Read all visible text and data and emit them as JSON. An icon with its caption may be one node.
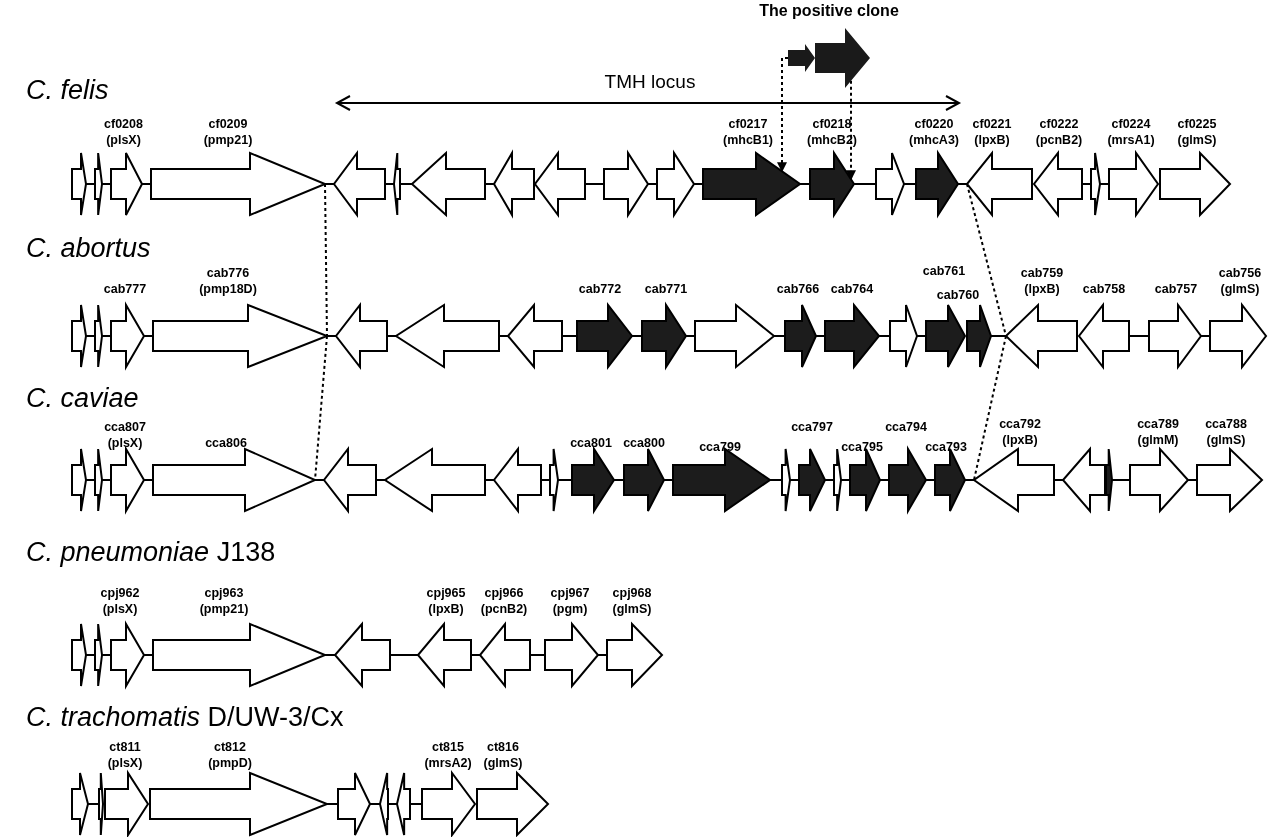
{
  "diagram": {
    "nodes": [
      {
        "text": [
          "The positive clone"
        ]
      },
      {
        "text": [],
        "shape": "arrow"
      },
      {
        "text": [],
        "shape": "arrow"
      },
      {
        "text": [
          "cf0208",
          "(plsX)"
        ]
      },
      {
        "text": [
          "cf0209",
          "(pmp21)"
        ]
      },
      {
        "text": [],
        "shape": "arrow"
      },
      {
        "text": [],
        "shape": "arrow"
      },
      {
        "text": [],
        "shape": "arrow"
      },
      {
        "text": [],
        "shape": "arrow"
      },
      {
        "text": [],
        "shape": "arrow"
      },
      {
        "text": [],
        "shape": "arrow"
      },
      {
        "text": [],
        "shape": "arrow"
      },
      {
        "text": [
          "cf0217",
          "(mhcB1)"
        ]
      },
      {
        "text": [
          "cf0218",
          "(mhcB2)"
        ]
      },
      {
        "text": [],
        "shape": "arrow"
      },
      {
        "text": [
          "cf0220",
          "(mhcA3)"
        ]
      },
      {
        "text": [
          "cf0221",
          "(lpxB)"
        ]
      },
      {
        "text": [
          "cf0222",
          "(pcnB2)"
        ]
      },
      {
        "text": [],
        "shape": "arrow"
      },
      {
        "text": [
          "cf0224",
          "(mrsA1)"
        ]
      },
      {
        "text": [
          "cf0225",
          "(glmS)"
        ]
      },
      {
        "text": [],
        "shape": "arrow"
      },
      {
        "text": [],
        "shape": "arrow"
      },
      {
        "text": [
          "cab777"
        ]
      },
      {
        "text": [
          "cab776",
          "(pmp18D)"
        ]
      },
      {
        "text": [],
        "shape": "arrow"
      },
      {
        "text": [],
        "shape": "arrow"
      },
      {
        "text": [],
        "shape": "arrow"
      },
      {
        "text": [
          "cab772"
        ]
      },
      {
        "text": [
          "cab771"
        ]
      },
      {
        "text": [],
        "shape": "arrow"
      },
      {
        "text": [
          "cab766"
        ]
      },
      {
        "text": [
          "cab764"
        ]
      },
      {
        "text": [],
        "shape": "arrow"
      },
      {
        "text": [
          "cab761"
        ]
      },
      {
        "text": [
          "cab760"
        ]
      },
      {
        "text": [
          "cab759",
          "(lpxB)"
        ]
      },
      {
        "text": [
          "cab758"
        ]
      },
      {
        "text": [
          "cab757"
        ]
      },
      {
        "text": [
          "cab756",
          "(glmS)"
        ]
      },
      {
        "text": [],
        "shape": "arrow"
      },
      {
        "text": [],
        "shape": "arrow"
      },
      {
        "text": [
          "cca807",
          "(plsX)"
        ]
      },
      {
        "text": [
          "cca806"
        ]
      },
      {
        "text": [],
        "shape": "arrow"
      },
      {
        "text": [],
        "shape": "arrow"
      },
      {
        "text": [],
        "shape": "arrow"
      },
      {
        "text": [],
        "shape": "arrow"
      },
      {
        "text": [
          "cca801"
        ]
      },
      {
        "text": [
          "cca800"
        ]
      },
      {
        "text": [
          "cca799"
        ]
      },
      {
        "text": [],
        "shape": "arrow"
      },
      {
        "text": [
          "cca797"
        ]
      },
      {
        "text": [],
        "shape": "arrow"
      },
      {
        "text": [
          "cca795"
        ]
      },
      {
        "text": [
          "cca794"
        ]
      },
      {
        "text": [
          "cca793"
        ]
      },
      {
        "text": [
          "cca792",
          "(lpxB)"
        ]
      },
      {
        "text": [],
        "shape": "arrow"
      },
      {
        "text": [],
        "shape": "arrow"
      },
      {
        "text": [
          "cca789",
          "(glmM)"
        ]
      },
      {
        "text": [
          "cca788",
          "(glmS)"
        ]
      },
      {
        "text": [],
        "shape": "arrow"
      },
      {
        "text": [],
        "shape": "arrow"
      },
      {
        "text": [
          "cpj962",
          "(plsX)"
        ]
      },
      {
        "text": [
          "cpj963",
          "(pmp21)"
        ]
      },
      {
        "text": [],
        "shape": "arrow"
      },
      {
        "text": [
          "cpj965",
          "(lpxB)"
        ]
      },
      {
        "text": [
          "cpj966",
          "(pcnB2)"
        ]
      },
      {
        "text": [
          "cpj967",
          "(pgm)"
        ]
      },
      {
        "text": [
          "cpj968",
          "(glmS)"
        ]
      },
      {
        "text": [],
        "shape": "arrow"
      },
      {
        "text": [],
        "shape": "arrow"
      },
      {
        "text": [
          "ct811",
          "(plsX)"
        ]
      },
      {
        "text": [
          "ct812",
          "(pmpD)"
        ]
      },
      {
        "text": [],
        "shape": "arrow"
      },
      {
        "text": [],
        "shape": "arrow"
      },
      {
        "text": [],
        "shape": "arrow"
      },
      {
        "text": [
          "ct815",
          "(mrsA2)"
        ]
      },
      {
        "text": [
          "ct816",
          "(glmS)"
        ]
      }
    ],
    "edges": [
      {
        "from": 0,
        "to": 12,
        "arrow": "to",
        "style": "dashed"
      },
      {
        "from": 0,
        "to": 13,
        "arrow": "to",
        "style": "dashed"
      },
      {
        "from": 4,
        "to": 24,
        "arrow": "none",
        "style": "dashed"
      },
      {
        "from": 24,
        "to": 43,
        "arrow": "none",
        "style": "dashed"
      },
      {
        "from": 16,
        "to": 36,
        "arrow": "none",
        "style": "dashed"
      },
      {
        "from": 36,
        "to": 57,
        "arrow": "none",
        "style": "dashed"
      },
      {
        "from": 1,
        "to": 2,
        "arrow": "none"
      },
      {
        "from": 2,
        "to": 3,
        "arrow": "none"
      },
      {
        "from": 3,
        "to": 4,
        "arrow": "none"
      },
      {
        "from": 4,
        "to": 5,
        "arrow": "none"
      },
      {
        "from": 5,
        "to": 6,
        "arrow": "none"
      },
      {
        "from": 6,
        "to": 7,
        "arrow": "none"
      },
      {
        "from": 7,
        "to": 8,
        "arrow": "none"
      },
      {
        "from": 9,
        "to": 10,
        "arrow": "none"
      },
      {
        "from": 10,
        "to": 11,
        "arrow": "none"
      },
      {
        "from": 11,
        "to": 12,
        "arrow": "none"
      },
      {
        "from": 12,
        "to": 13,
        "arrow": "none"
      },
      {
        "from": 13,
        "to": 14,
        "arrow": "none"
      },
      {
        "from": 14,
        "to": 15,
        "arrow": "none"
      },
      {
        "from": 15,
        "to": 16,
        "arrow": "none"
      },
      {
        "from": 17,
        "to": 18,
        "arrow": "none"
      },
      {
        "from": 18,
        "to": 19,
        "arrow": "none"
      },
      {
        "from": 21,
        "to": 22,
        "arrow": "none"
      },
      {
        "from": 22,
        "to": 23,
        "arrow": "none"
      },
      {
        "from": 23,
        "to": 24,
        "arrow": "none"
      },
      {
        "from": 24,
        "to": 25,
        "arrow": "none"
      },
      {
        "from": 25,
        "to": 26,
        "arrow": "none"
      },
      {
        "from": 26,
        "to": 27,
        "arrow": "none"
      },
      {
        "from": 27,
        "to": 28,
        "arrow": "none"
      },
      {
        "from": 28,
        "to": 29,
        "arrow": "none"
      },
      {
        "from": 29,
        "to": 30,
        "arrow": "none"
      },
      {
        "from": 30,
        "to": 31,
        "arrow": "none"
      },
      {
        "from": 31,
        "to": 32,
        "arrow": "none"
      },
      {
        "from": 32,
        "to": 33,
        "arrow": "none"
      },
      {
        "from": 33,
        "to": 34,
        "arrow": "none"
      },
      {
        "from": 35,
        "to": 36,
        "arrow": "none"
      },
      {
        "from": 37,
        "to": 38,
        "arrow": "none"
      },
      {
        "from": 38,
        "to": 39,
        "arrow": "none"
      },
      {
        "from": 40,
        "to": 41,
        "arrow": "none"
      },
      {
        "from": 41,
        "to": 42,
        "arrow": "none"
      },
      {
        "from": 42,
        "to": 43,
        "arrow": "none"
      },
      {
        "from": 43,
        "to": 44,
        "arrow": "none"
      },
      {
        "from": 44,
        "to": 45,
        "arrow": "none"
      },
      {
        "from": 45,
        "to": 46,
        "arrow": "none"
      },
      {
        "from": 46,
        "to": 47,
        "arrow": "none"
      },
      {
        "from": 47,
        "to": 48,
        "arrow": "none"
      },
      {
        "from": 48,
        "to": 49,
        "arrow": "none"
      },
      {
        "from": 49,
        "to": 50,
        "arrow": "none"
      },
      {
        "from": 50,
        "to": 51,
        "arrow": "none"
      },
      {
        "from": 51,
        "to": 52,
        "arrow": "none"
      },
      {
        "from": 52,
        "to": 53,
        "arrow": "none"
      },
      {
        "from": 53,
        "to": 54,
        "arrow": "none"
      },
      {
        "from": 54,
        "to": 55,
        "arrow": "none"
      },
      {
        "from": 55,
        "to": 56,
        "arrow": "none"
      },
      {
        "from": 56,
        "to": 57,
        "arrow": "none"
      },
      {
        "from": 57,
        "to": 58,
        "arrow": "none"
      },
      {
        "from": 59,
        "to": 60,
        "arrow": "none"
      },
      {
        "from": 60,
        "to": 61,
        "arrow": "none"
      },
      {
        "from": 62,
        "to": 63,
        "arrow": "none"
      },
      {
        "from": 63,
        "to": 64,
        "arrow": "none"
      },
      {
        "from": 64,
        "to": 65,
        "arrow": "none"
      },
      {
        "from": 65,
        "to": 66,
        "arrow": "none"
      },
      {
        "from": 66,
        "to": 67,
        "arrow": "none"
      },
      {
        "from": 67,
        "to": 68,
        "arrow": "none"
      },
      {
        "from": 68,
        "to": 69,
        "arrow": "none"
      },
      {
        "from": 69,
        "to": 70,
        "arrow": "none"
      },
      {
        "from": 71,
        "to": 72,
        "arrow": "none"
      },
      {
        "from": 74,
        "to": 75,
        "arrow": "none"
      },
      {
        "from": 75,
        "to": 76,
        "arrow": "none"
      },
      {
        "from": 76,
        "to": 77,
        "arrow": "none"
      },
      {
        "from": 77,
        "to": 78,
        "arrow": "none"
      }
    ],
    "labels": [
      "TMH locus",
      "C. felis",
      "C. abortus",
      "C. caviae",
      "*C. pneumoniae* J138",
      "*C. trachomatis* D/UW-3/Cx"
    ]
  }
}
